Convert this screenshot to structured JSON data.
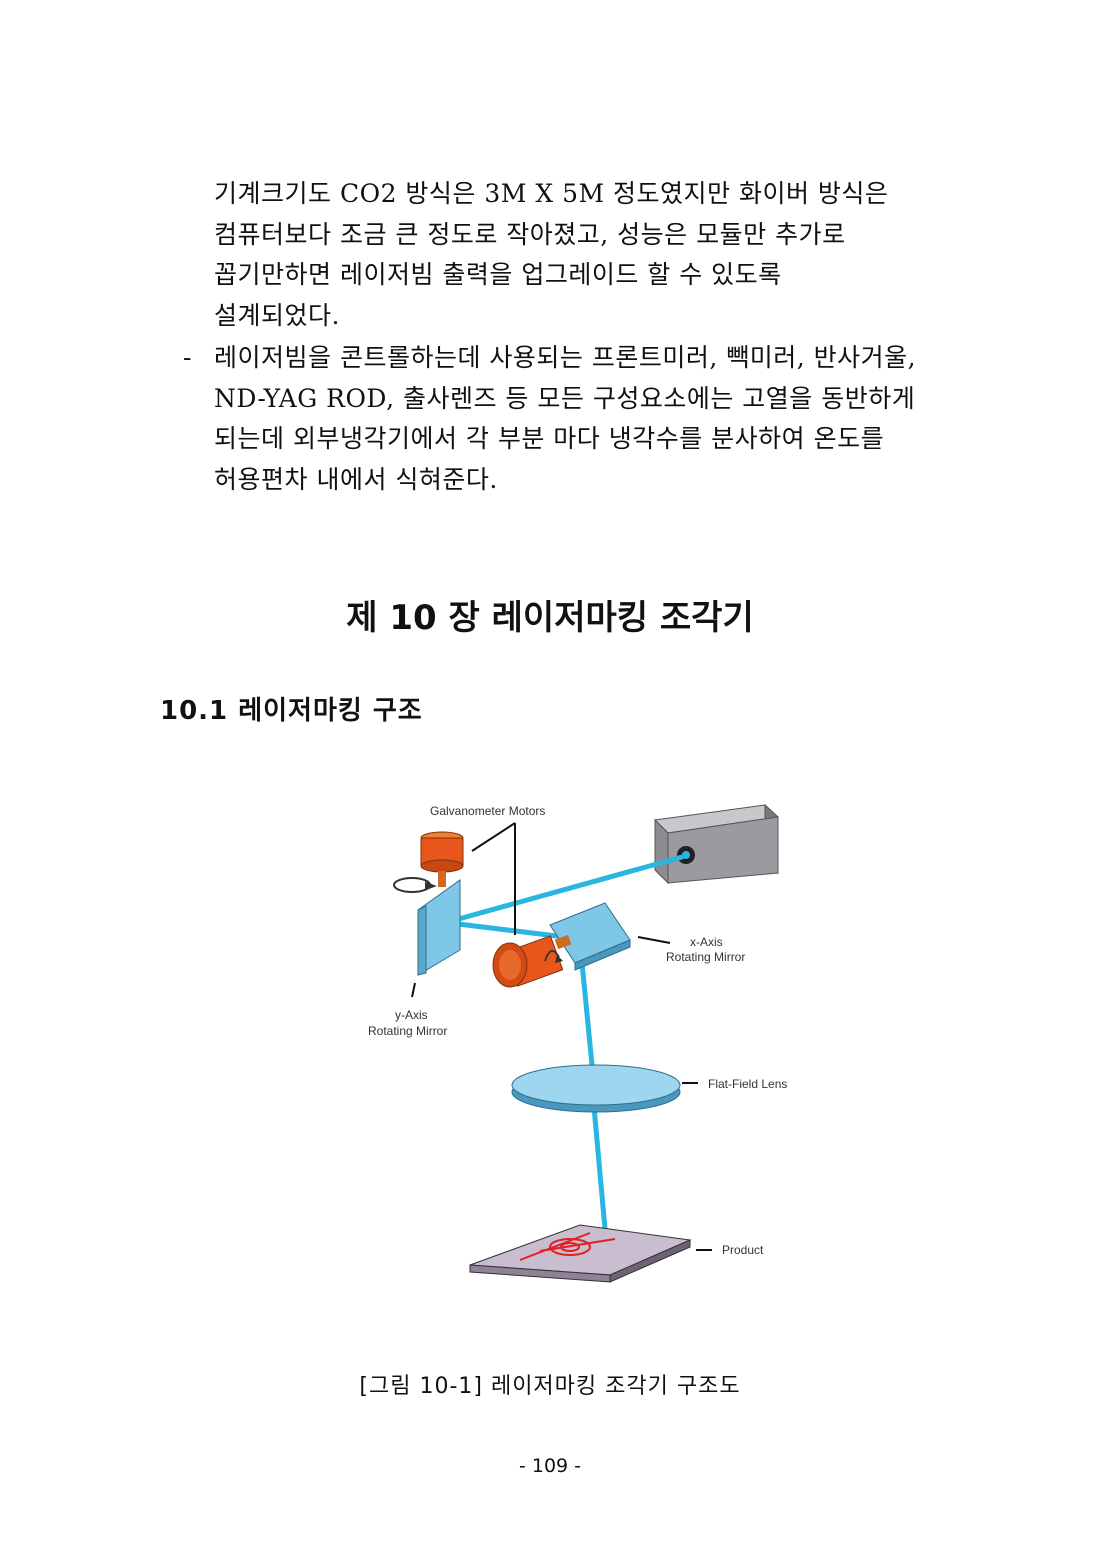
{
  "body_paragraph_1": {
    "lines": [
      "기계크기도 CO2 방식은 3M X 5M 정도였지만 화이버 방식은",
      "컴퓨터보다 조금 큰 정도로 작아졌고, 성능은 모듈만 추가로",
      "꼽기만하면 레이저빔 출력을 업그레이드 할 수 있도록",
      "설계되었다."
    ]
  },
  "body_paragraph_2": {
    "bullet": "-",
    "lines": [
      "레이저빔을 콘트롤하는데 사용되는 프론트미러, 빽미러, 반사거울,",
      "ND-YAG ROD, 출사렌즈 등 모든 구성요소에는 고열을 동반하게",
      "되는데 외부냉각기에서 각 부분 마다 냉각수를 분사하여 온도를",
      "허용편차 내에서 식혀준다."
    ]
  },
  "chapter_title": "제 10 장 레이저마킹 조각기",
  "section_title": "10.1 레이저마킹 구조",
  "figure": {
    "labels": {
      "galvanometer": "Galvanometer Motors",
      "x_axis_1": "x-Axis",
      "x_axis_2": "Rotating Mirror",
      "y_axis_1": "y-Axis",
      "y_axis_2": "Rotating Mirror",
      "lens": "Flat-Field Lens",
      "product": "Product"
    },
    "colors": {
      "beam": "#29b6e0",
      "motor": "#e8561c",
      "mirror": "#7fc7e6",
      "laser_box": "#9a9aa0",
      "product_plate": "#b6a9bc",
      "marking": "#e02020"
    }
  },
  "caption": "[그림 10-1] 레이저마킹 조각기 구조도",
  "page_number": "- 109 -"
}
